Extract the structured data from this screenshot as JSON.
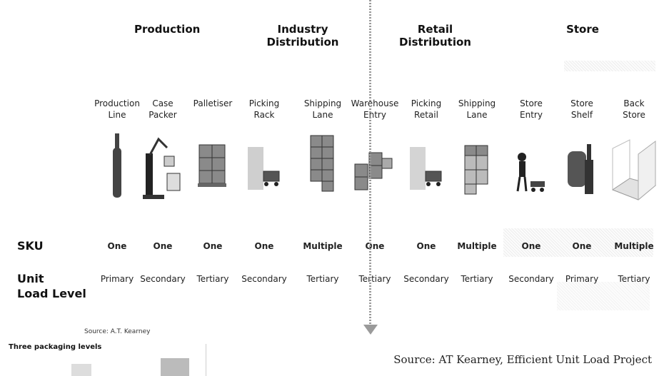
{
  "stages": [
    "Production",
    "Industry Distribution",
    "Retail Distribution",
    "Store"
  ],
  "columns": [
    {
      "name": "Production\nLine",
      "sku": "One",
      "unit": "Primary"
    },
    {
      "name": "Case\nPacker",
      "sku": "One",
      "unit": "Secondary"
    },
    {
      "name": "Palletiser",
      "sku": "One",
      "unit": "Tertiary"
    },
    {
      "name": "Picking\nRack",
      "sku": "One",
      "unit": "Secondary"
    },
    {
      "name": "Shipping\nLane",
      "sku": "Multiple",
      "unit": "Tertiary"
    },
    {
      "name": "Warehouse\nEntry",
      "sku": "One",
      "unit": "Tertiary"
    },
    {
      "name": "Picking\nRetail",
      "sku": "One",
      "unit": "Secondary"
    },
    {
      "name": "Shipping\nLane",
      "sku": "Multiple",
      "unit": "Tertiary"
    },
    {
      "name": "Store\nEntry",
      "sku": "One",
      "unit": "Secondary"
    },
    {
      "name": "Store\nShelf",
      "sku": "One",
      "unit": "Primary"
    },
    {
      "name": "Back\nStore",
      "sku": "Multiple",
      "unit": "Tertiary"
    }
  ],
  "row_labels": {
    "sku": "SKU",
    "unit": "Unit\nLoad Level"
  },
  "source_small": "Source: A.T. Kearney",
  "inset_title": "Three packaging levels",
  "source_big": "Source: AT Kearney, Efficient Unit Load Project",
  "illustrations": [
    "bottle-icon",
    "case-packer-icon",
    "pallet-icon",
    "picking-rack-icon",
    "shipping-stack-icon",
    "warehouse-entry-icon",
    "picking-retail-icon",
    "shipping-stack-icon",
    "store-entry-person-icon",
    "store-shelf-icon",
    "back-store-icon"
  ]
}
